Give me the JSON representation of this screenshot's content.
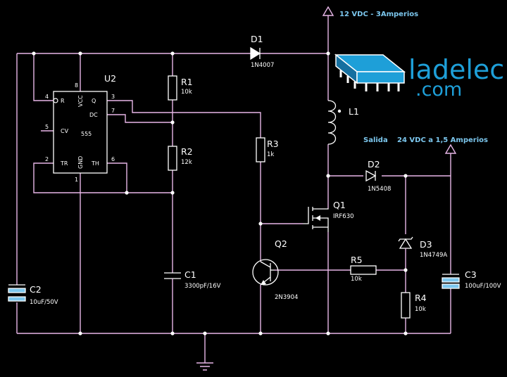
{
  "supply": {
    "label": "12 VDC - 3Amperios"
  },
  "output": {
    "salida": "Salida",
    "label": "24 VDC a 1,5 Amperios"
  },
  "logo": {
    "name": "ladelec",
    "suffix": ".com"
  },
  "ic": {
    "ref": "U2",
    "name": "555",
    "pins": {
      "reset": "4",
      "vcc": "8",
      "q": "3",
      "dc": "7",
      "cv": "5",
      "tr": "2",
      "gnd": "1",
      "th": "6"
    },
    "pin_labels": {
      "reset": "R",
      "vcc": "VCC",
      "q": "Q",
      "dc": "DC",
      "cv": "CV",
      "tr": "TR",
      "gnd": "GND",
      "th": "TH"
    }
  },
  "components": {
    "d1": {
      "ref": "D1",
      "value": "1N4007"
    },
    "d2": {
      "ref": "D2",
      "value": "1N5408"
    },
    "d3": {
      "ref": "D3",
      "value": "1N4749A"
    },
    "l1": {
      "ref": "L1"
    },
    "r1": {
      "ref": "R1",
      "value": "10k"
    },
    "r2": {
      "ref": "R2",
      "value": "12k"
    },
    "r3": {
      "ref": "R3",
      "value": "1k"
    },
    "r4": {
      "ref": "R4",
      "value": "10k"
    },
    "r5": {
      "ref": "R5",
      "value": "10k"
    },
    "c1": {
      "ref": "C1",
      "value": "3300pF/16V"
    },
    "c2": {
      "ref": "C2",
      "value": "10uF/50V"
    },
    "c3": {
      "ref": "C3",
      "value": "100uF/100V"
    },
    "q1": {
      "ref": "Q1",
      "value": "IRF630"
    },
    "q2": {
      "ref": "Q2",
      "value": "2N3904"
    }
  }
}
